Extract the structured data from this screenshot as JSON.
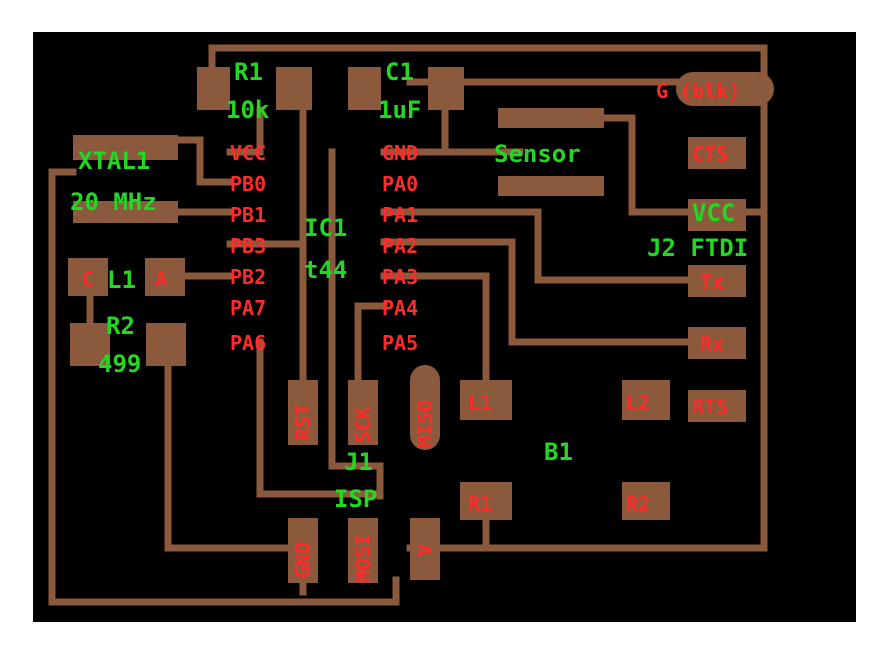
{
  "colors": {
    "background": "#000000",
    "copper": "#8b5a3c",
    "silkscreen": "#22d822",
    "pad_label": "#ff2a2a"
  },
  "components": {
    "r1": {
      "name": "R1",
      "value": "10k"
    },
    "c1": {
      "name": "C1",
      "value": "1uF"
    },
    "xtal1": {
      "name": "XTAL1",
      "value": "20 MHz"
    },
    "ic1": {
      "name": "IC1",
      "value": "t44"
    },
    "l1": {
      "name": "L1",
      "pin_c": "C",
      "pin_a": "A"
    },
    "r2": {
      "name": "R2",
      "value": "499"
    },
    "j1": {
      "name": "J1",
      "value": "ISP"
    },
    "j2": {
      "name": "J2 FTDI"
    },
    "sensor": {
      "name": "Sensor"
    },
    "b1": {
      "name": "B1"
    }
  },
  "ic_pins_left": [
    "VCC",
    "PB0",
    "PB1",
    "PB3",
    "PB2",
    "PA7",
    "PA6"
  ],
  "ic_pins_right": [
    "GND",
    "PA0",
    "PA1",
    "PA2",
    "PA3",
    "PA4",
    "PA5"
  ],
  "isp_pins": [
    "RST",
    "SCK",
    "MISO",
    "GND",
    "MOSI"
  ],
  "ftdi_pins": {
    "gnd": "G (blk)",
    "cts": "CTS",
    "vcc": "VCC",
    "tx": "Tx",
    "rx": "Rx",
    "rts": "RTS"
  },
  "b1_pads": {
    "l1": "L1",
    "l2": "L2",
    "r1": "R1",
    "r2": "R2",
    "v": "V"
  }
}
